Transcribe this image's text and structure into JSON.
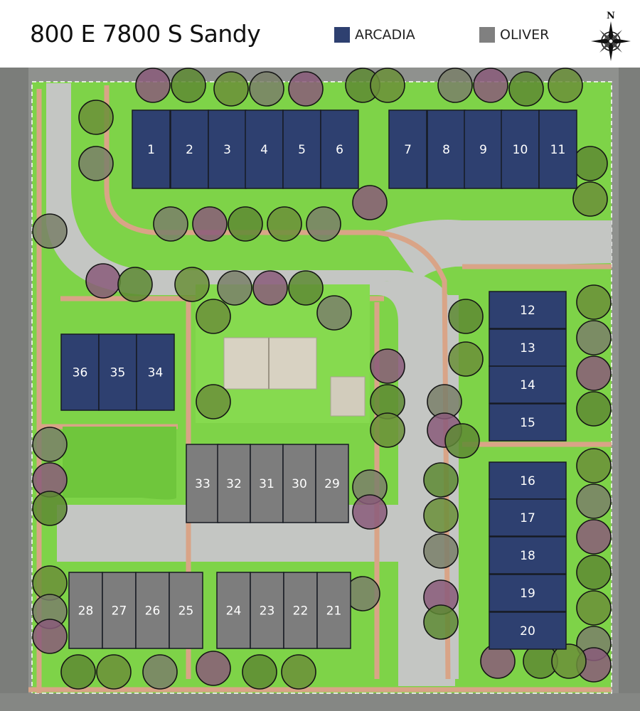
{
  "header": {
    "title": "800 E 7800 S Sandy",
    "legend": [
      {
        "label": "ARCADIA",
        "color": "#2e4070"
      },
      {
        "label": "OLIVER",
        "color": "#808080"
      }
    ],
    "compass_label": "N"
  },
  "colors": {
    "arcadia": "#2e4070",
    "oliver": "#7d7d7d",
    "grass": "#7ed348",
    "road": "#c4c6c3",
    "path": "#d9a487",
    "aerial": "#8f918e"
  },
  "units": {
    "arcadia_top": [
      "1",
      "2",
      "3",
      "4",
      "5",
      "6",
      "7",
      "8",
      "9",
      "10",
      "11"
    ],
    "arcadia_right_upper": [
      "12",
      "13",
      "14",
      "15"
    ],
    "arcadia_right_lower": [
      "16",
      "17",
      "18",
      "19",
      "20"
    ],
    "arcadia_left": [
      "36",
      "35",
      "34"
    ],
    "oliver_center": [
      "33",
      "32",
      "31",
      "30",
      "29"
    ],
    "oliver_bottom_left": [
      "28",
      "27",
      "26",
      "25"
    ],
    "oliver_bottom_right": [
      "24",
      "23",
      "22",
      "21"
    ]
  }
}
